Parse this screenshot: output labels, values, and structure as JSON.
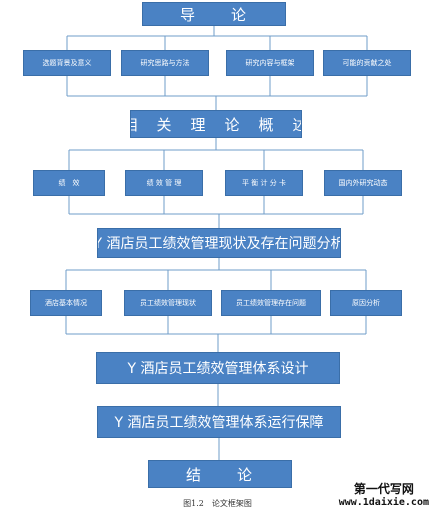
{
  "levels": [
    {
      "title": "导　　论",
      "children": [
        "选题背景及意义",
        "研究思路与方法",
        "研究内容与框架",
        "可能的贡献之处"
      ]
    },
    {
      "title": "相　关　理　论　概　述",
      "children": [
        "绩　效",
        "绩 效 管 理",
        "平 衡 计 分 卡",
        "国内外研究动态"
      ]
    },
    {
      "title": "Y 酒店员工绩效管理现状及存在问题分析",
      "children": [
        "酒店基本情况",
        "员工绩效管理现状",
        "员工绩效管理存在问题",
        "原因分析"
      ]
    },
    {
      "title": "Y 酒店员工绩效管理体系设计",
      "children": []
    },
    {
      "title": "Y 酒店员工绩效管理体系运行保障",
      "children": []
    },
    {
      "title": "结　　论",
      "children": []
    }
  ],
  "caption": "图1.2　论文框架图",
  "watermark": {
    "line1": "第一代写网",
    "line2": "www.1daixie.com"
  },
  "colors": {
    "box_fill": "#4a82c4",
    "box_border": "#3a6ea8",
    "connector": "#6f9cc9"
  }
}
